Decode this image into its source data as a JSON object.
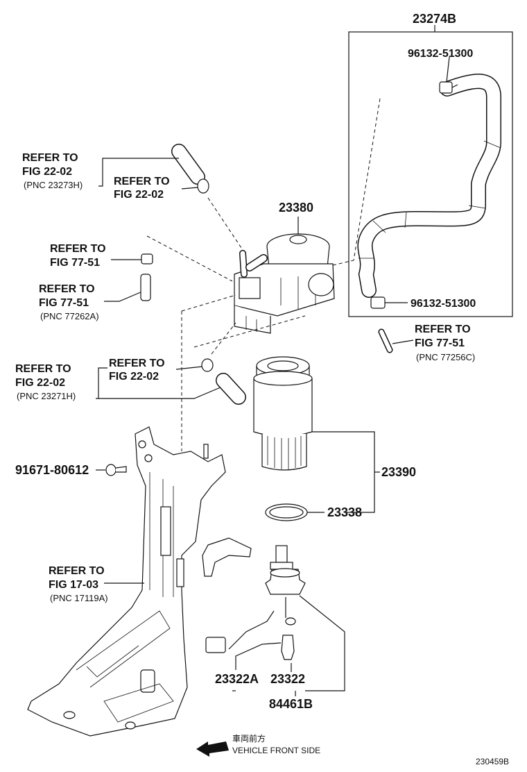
{
  "callouts": {
    "c23274b": "23274B",
    "c96132_top": "96132-51300",
    "c96132_bot": "96132-51300",
    "c23380": "23380",
    "c23390": "23390",
    "c23338": "23338",
    "c91671": "91671-80612",
    "c23322a": "23322A",
    "c23322": "23322",
    "c84461b": "84461B"
  },
  "refs": {
    "r1_l1": "REFER TO",
    "r1_l2": "FIG 22-02",
    "r1_l3": "(PNC 23273H)",
    "r2_l1": "REFER TO",
    "r2_l2": "FIG 22-02",
    "r3_l1": "REFER TO",
    "r3_l2": "FIG 77-51",
    "r4_l1": "REFER TO",
    "r4_l2": "FIG 77-51",
    "r4_l3": "(PNC 77262A)",
    "r5_l1": "REFER TO",
    "r5_l2": "FIG 77-51",
    "r5_l3": "(PNC 77256C)",
    "r6_l1": "REFER TO",
    "r6_l2": "FIG 22-02",
    "r6_l3": "(PNC 23271H)",
    "r7_l1": "REFER TO",
    "r7_l2": "FIG 22-02",
    "r8_l1": "REFER TO",
    "r8_l2": "FIG 17-03",
    "r8_l3": "(PNC 17119A)"
  },
  "direction": {
    "japanese": "車両前方",
    "english": "VEHICLE FRONT SIDE"
  },
  "figure_id": "230459B"
}
